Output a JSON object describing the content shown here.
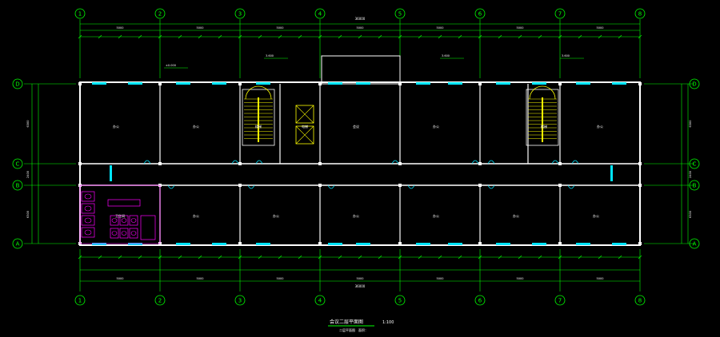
{
  "drawing": {
    "title": "会议二层平面图",
    "scale": "1:100",
    "subtitle": "二层平面图",
    "subtitle_note": "面积：",
    "column_axes": [
      "1",
      "2",
      "3",
      "4",
      "5",
      "6",
      "7",
      "8"
    ],
    "row_axes": [
      "D",
      "C",
      "B",
      "A"
    ],
    "top_total_dim": "36000",
    "bottom_total_dim": "36000",
    "top_bay_dims": [
      "5000",
      "5000",
      "5000",
      "5000",
      "5000",
      "5000",
      "5000"
    ],
    "bottom_bay_dims": [
      "5000",
      "5000",
      "5000",
      "5000",
      "5000",
      "5000",
      "5000"
    ],
    "left_dims": [
      "6300",
      "2400",
      "6300"
    ],
    "right_dims": [
      "6300",
      "2400",
      "6300"
    ],
    "room_labels_top": [
      "办公",
      "办公",
      "楼梯",
      "电梯",
      "会议",
      "办公",
      "楼梯",
      "办公"
    ],
    "room_labels_bottom": [
      "卫生间",
      "办公",
      "办公",
      "办公",
      "办公",
      "办公",
      "办公",
      "办公"
    ],
    "elevation_tags": [
      "±0.000",
      "3.600",
      "3.600",
      "3.600"
    ]
  },
  "colors": {
    "background": "#000000",
    "grid": "#00ff00",
    "walls": "#ffffff",
    "windows": "#00e5ff",
    "fixtures": "#ff00ff",
    "stairs": "#ffff00",
    "text": "#ffffff"
  }
}
